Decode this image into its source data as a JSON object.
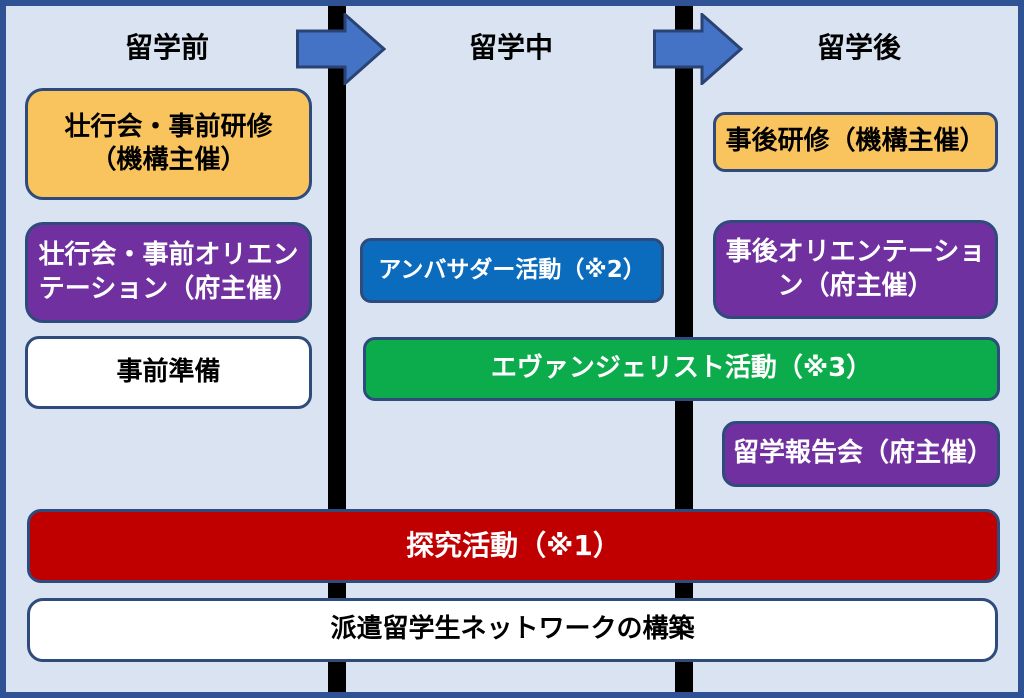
{
  "palette": {
    "background": "#dae3f1",
    "frame_border": "#2e5294",
    "divider_bar": "#000000",
    "box_border": "#2e4b7c",
    "arrow_fill": "#4472c4",
    "arrow_stroke": "#2a4375",
    "yellow": "#f9c45e",
    "purple": "#7030a0",
    "blue": "#0b6cbe",
    "green": "#0cab4c",
    "red": "#c00000",
    "white": "#ffffff",
    "text_dark": "#000000",
    "text_light": "#ffffff"
  },
  "phases": [
    {
      "id": "before",
      "label": "留学前"
    },
    {
      "id": "during",
      "label": "留学中"
    },
    {
      "id": "after",
      "label": "留学後"
    }
  ],
  "boxes": {
    "sendoff_pre_training": {
      "text": "壮行会・事前研修\n（機構主催）",
      "color": "#f9c45e"
    },
    "sendoff_pre_orientation": {
      "text": "壮行会・事前オリエン\nテーション（府主催）",
      "color": "#7030a0"
    },
    "pre_preparation": {
      "text": "事前準備",
      "color": "#ffffff"
    },
    "ambassador": {
      "text": "アンバサダー活動（※2）",
      "color": "#0b6cbe"
    },
    "evangelist": {
      "text": "エヴァンジェリスト活動（※3）",
      "color": "#0cab4c"
    },
    "post_training": {
      "text": "事後研修（機構主催）",
      "color": "#f9c45e"
    },
    "post_orientation": {
      "text": "事後オリエンテーショ\nン（府主催）",
      "color": "#7030a0"
    },
    "study_report": {
      "text": "留学報告会（府主催）",
      "color": "#7030a0"
    },
    "inquiry_activity": {
      "text": "探究活動（※1）",
      "color": "#c00000"
    },
    "network_building": {
      "text": "派遣留学生ネットワークの構築",
      "color": "#ffffff"
    }
  }
}
